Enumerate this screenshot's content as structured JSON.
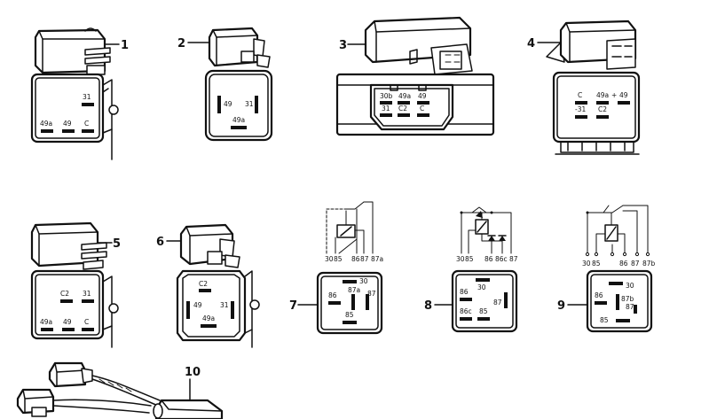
{
  "parts": [
    {
      "number": "1",
      "pins": [
        "31",
        "49a",
        "49",
        "C"
      ]
    },
    {
      "number": "2",
      "pins": [
        "49",
        "31",
        "49a"
      ]
    },
    {
      "number": "3",
      "pins": [
        "30b",
        "49a",
        "49",
        "31",
        "C2",
        "C"
      ]
    },
    {
      "number": "4",
      "pins": [
        "C",
        "49a",
        "+",
        "49",
        "-31",
        "C2"
      ]
    },
    {
      "number": "5",
      "pins": [
        "C2",
        "31",
        "49a",
        "49",
        "C"
      ]
    },
    {
      "number": "6",
      "pins": [
        "C2",
        "49",
        "31",
        "49a"
      ]
    },
    {
      "number": "7",
      "terminals": [
        "30",
        "85",
        "86",
        "87",
        "87a"
      ],
      "pins": [
        "30",
        "86",
        "87a",
        "87",
        "85"
      ]
    },
    {
      "number": "8",
      "terminals": [
        "30",
        "85",
        "86",
        "86c",
        "87"
      ],
      "pins": [
        "30",
        "86",
        "87",
        "86c",
        "85"
      ]
    },
    {
      "number": "9",
      "terminals": [
        "30",
        "85",
        "86",
        "87",
        "87b"
      ],
      "pins": [
        "30",
        "86",
        "87b",
        "87",
        "85"
      ]
    },
    {
      "number": "10"
    }
  ]
}
